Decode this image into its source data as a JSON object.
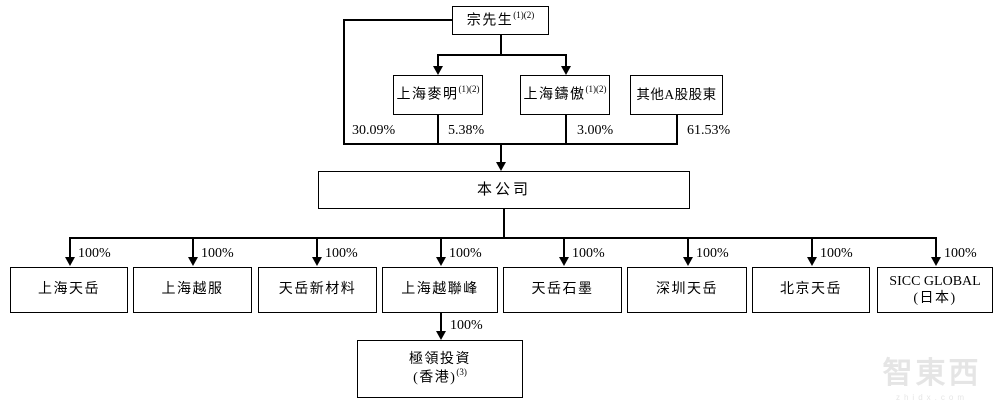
{
  "diagram": {
    "root": {
      "name": "宗先生",
      "sup": "(1)(2)"
    },
    "shareholders": [
      {
        "name": "上海麥明",
        "sup": "(1)(2)"
      },
      {
        "name": "上海鑄傲",
        "sup": "(1)(2)"
      },
      {
        "name": "其他A股股東",
        "sup": ""
      }
    ],
    "ownership": [
      "30.09%",
      "5.38%",
      "3.00%",
      "61.53%"
    ],
    "company": "本公司",
    "pct100": "100%",
    "subsidiaries": [
      {
        "name": "上海天岳"
      },
      {
        "name": "上海越服"
      },
      {
        "name": "天岳新材料"
      },
      {
        "name": "上海越聯峰"
      },
      {
        "name": "天岳石墨"
      },
      {
        "name": "深圳天岳"
      },
      {
        "name": "北京天岳"
      },
      {
        "name": "SICC GLOBAL",
        "line2": "(日本)"
      }
    ],
    "hk": {
      "name": "極領投資",
      "line2": "(香港)",
      "sup": "(3)"
    }
  },
  "watermark": {
    "text": "智東西",
    "subtext": "zhidx.com"
  }
}
